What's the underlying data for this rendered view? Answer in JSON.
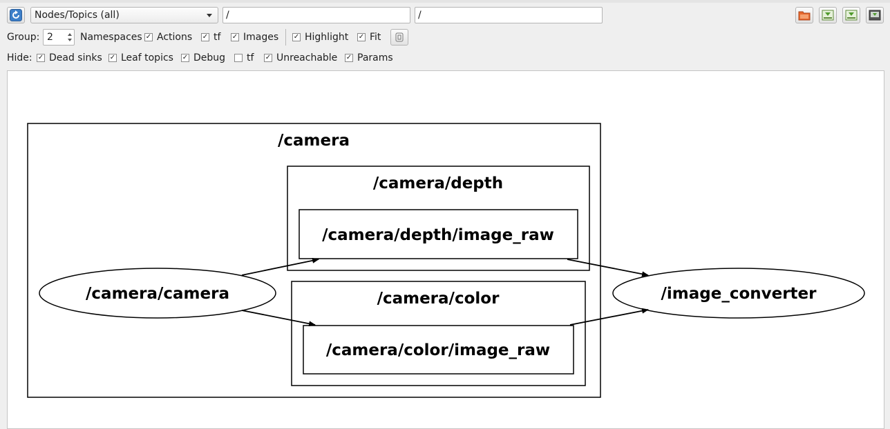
{
  "toolbar": {
    "refresh_icon": "refresh-icon",
    "view_mode": "Nodes/Topics (all)",
    "node_filter": "/",
    "topic_filter": "/",
    "right_icons": [
      "open-folder-icon",
      "save-dot-icon",
      "save-svg-icon",
      "screenshot-icon"
    ]
  },
  "options": {
    "group_label": "Group:",
    "group_value": "2",
    "namespaces": {
      "label": "Namespaces",
      "checked": true
    },
    "actions": {
      "label": "Actions",
      "checked": true
    },
    "tf": {
      "label": "tf",
      "checked": true
    },
    "images": {
      "label": "Images",
      "checked": true
    },
    "highlight": {
      "label": "Highlight",
      "checked": true
    },
    "fit": {
      "label": "Fit",
      "checked": true
    }
  },
  "hide": {
    "label": "Hide:",
    "dead_sinks": {
      "label": "Dead sinks",
      "checked": true
    },
    "leaf_topics": {
      "label": "Leaf topics",
      "checked": true
    },
    "debug": {
      "label": "Debug",
      "checked": true
    },
    "tf": {
      "label": "tf",
      "checked": false
    },
    "unreachable": {
      "label": "Unreachable",
      "checked": true
    },
    "params": {
      "label": "Params",
      "checked": true
    }
  },
  "graph": {
    "clusters": {
      "camera": "/camera",
      "depth": "/camera/depth",
      "color": "/camera/color"
    },
    "topics": {
      "depth_image_raw": "/camera/depth/image_raw",
      "color_image_raw": "/camera/color/image_raw"
    },
    "nodes": {
      "camera_camera": "/camera/camera",
      "image_converter": "/image_converter"
    }
  }
}
